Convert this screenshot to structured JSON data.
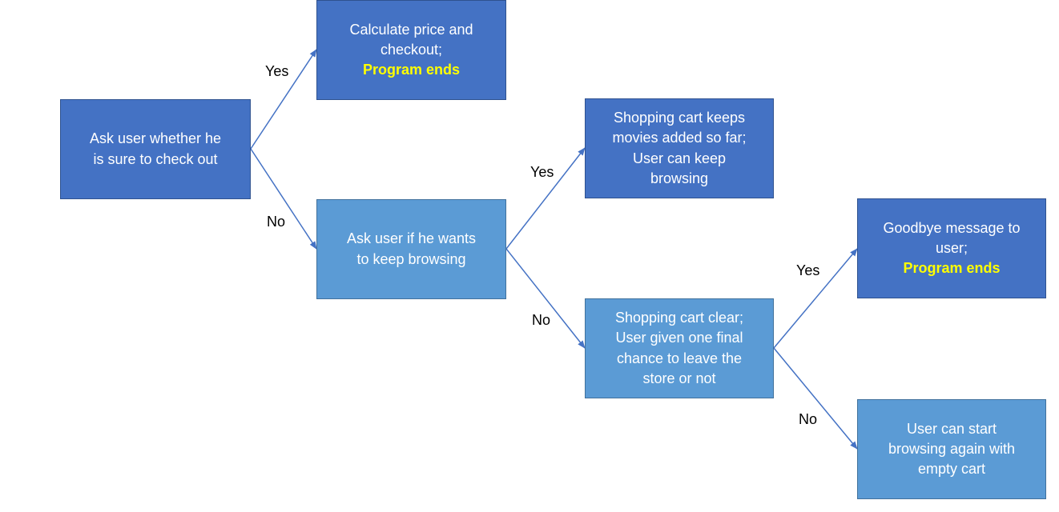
{
  "colors": {
    "node_dark": "#4472C4",
    "node_light": "#5B9BD5",
    "highlight": "#FFFF00",
    "connector": "#4472C4"
  },
  "nodes": {
    "ask_checkout": {
      "lines": [
        "Ask user whether he",
        "is sure to check out"
      ]
    },
    "calculate_price": {
      "lines": [
        "Calculate price and",
        "checkout;"
      ],
      "highlight": "Program ends"
    },
    "ask_keep_browsing": {
      "lines": [
        "Ask user if he wants",
        "to keep browsing"
      ]
    },
    "cart_keeps": {
      "lines": [
        "Shopping cart keeps",
        "movies added so far;",
        "User can keep",
        "browsing"
      ]
    },
    "cart_clear": {
      "lines": [
        "Shopping cart clear;",
        "User given one final",
        "chance to leave the",
        "store or not"
      ]
    },
    "goodbye": {
      "lines": [
        "Goodbye message to",
        "user;"
      ],
      "highlight": "Program ends"
    },
    "start_again": {
      "lines": [
        "User can start",
        "browsing again with",
        "empty cart"
      ]
    }
  },
  "edges": {
    "checkout_yes": "Yes",
    "checkout_no": "No",
    "browse_yes": "Yes",
    "browse_no": "No",
    "final_yes": "Yes",
    "final_no": "No"
  }
}
